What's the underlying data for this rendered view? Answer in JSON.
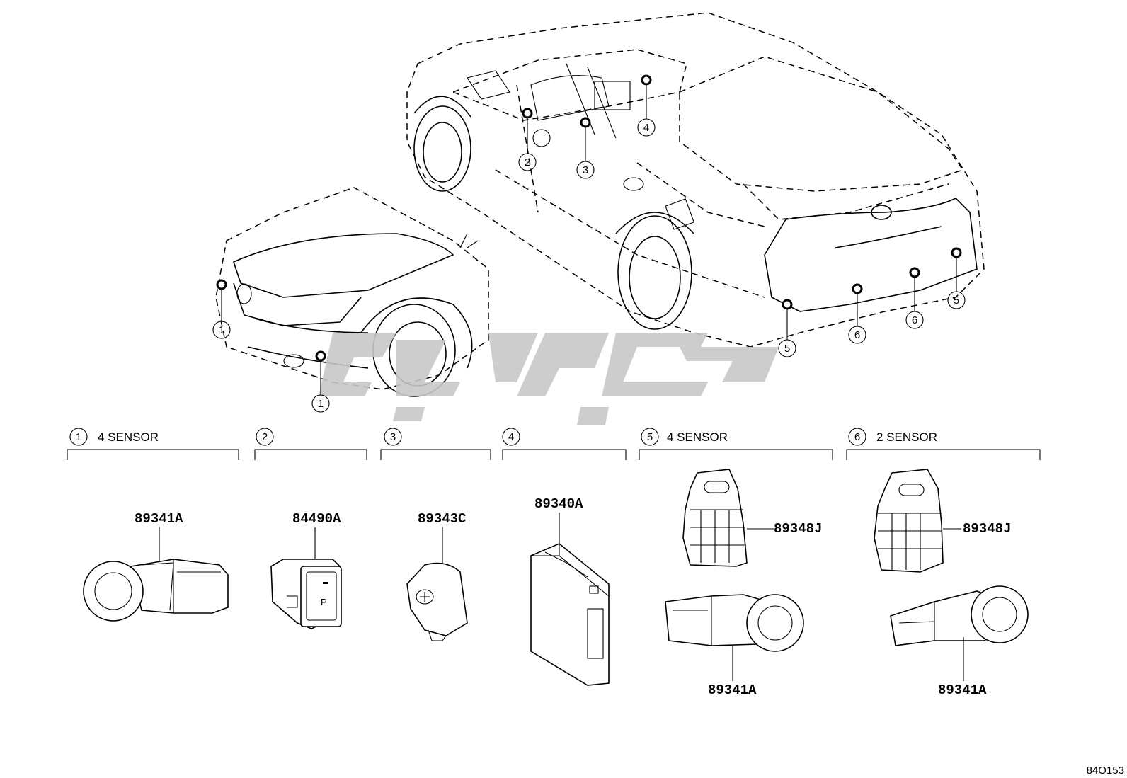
{
  "watermark": "",
  "diagram_code": "84O153",
  "callouts": [
    {
      "id": "1",
      "header": "4 SENSOR"
    },
    {
      "id": "2",
      "header": ""
    },
    {
      "id": "3",
      "header": ""
    },
    {
      "id": "4",
      "header": ""
    },
    {
      "id": "5",
      "header": "4 SENSOR"
    },
    {
      "id": "6",
      "header": "2 SENSOR"
    }
  ],
  "parts": {
    "g1_sensor": "89341A",
    "g2_switch": "84490A",
    "g3_buzzer": "89343C",
    "g4_ecu": "89340A",
    "g5_retainer": "89348J",
    "g5_sensor": "89341A",
    "g6_retainer": "89348J",
    "g6_sensor": "89341A"
  },
  "switch_symbol": "P",
  "colors": {
    "ink": "#000000",
    "watermark": "#c8c8c8",
    "background": "#ffffff"
  }
}
